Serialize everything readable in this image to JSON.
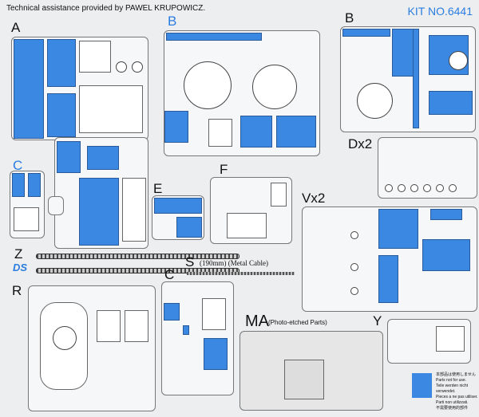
{
  "header": {
    "credit": "Technical assistance provided by PAWEL KRUPOWICZ.",
    "kit_number": "KIT NO.6441"
  },
  "sprues": {
    "A": "A",
    "B_blue": "B",
    "B": "B",
    "Dx2": "Dx2",
    "C_blue": "C",
    "E": "E",
    "F": "F",
    "Vx2": "Vx2",
    "Z": "Z",
    "S": "S",
    "S_note": "(190mm) (Metal Cable)",
    "R": "R",
    "C": "C",
    "MA": "MA",
    "MA_note": "(Photo-etched Parts)",
    "Y": "Y"
  },
  "logo": "DS",
  "legend": {
    "color": "#3a88e2",
    "lines": [
      "本部品は使用しません",
      "Parts not for use.",
      "Teile werden nicht verwendet.",
      "Pieces a ne pas utiliser.",
      "Parti non utilizzati.",
      "不需要使用的部件"
    ]
  }
}
